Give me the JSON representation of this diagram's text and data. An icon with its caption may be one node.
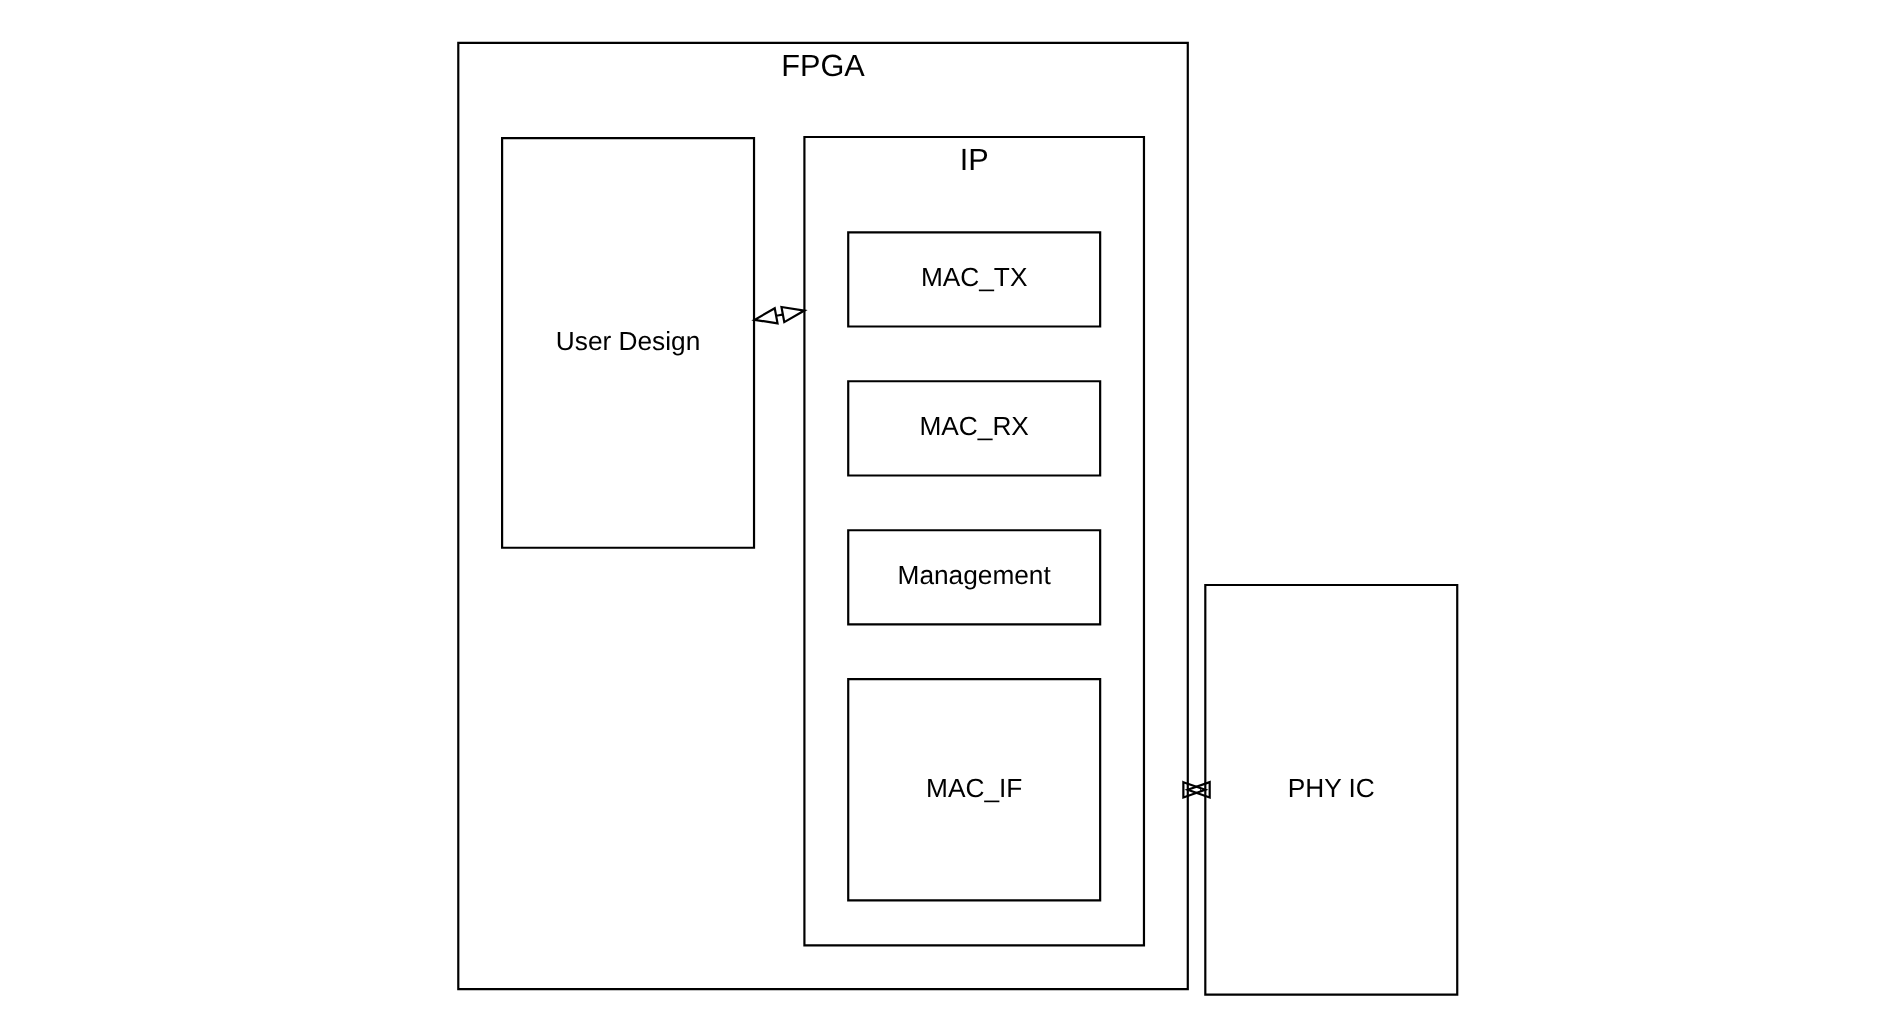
{
  "diagram": {
    "nodes": [
      {
        "text": [
          "FPGA"
        ]
      },
      {
        "text": [
          "User Design"
        ],
        "in": 0
      },
      {
        "text": [
          "IP"
        ],
        "in": 0
      },
      {
        "text": [
          "MAC_TX"
        ],
        "in": 2
      },
      {
        "text": [
          "MAC_RX"
        ],
        "in": 2
      },
      {
        "text": [
          "Management"
        ],
        "in": 2
      },
      {
        "text": [
          "MAC_IF"
        ],
        "in": 2
      },
      {
        "text": [
          "PHY IC"
        ]
      }
    ],
    "edges": [
      {
        "from": 1,
        "to": 2,
        "arrow": "both"
      },
      {
        "from": 0,
        "to": 7,
        "arrow": "both"
      }
    ]
  }
}
